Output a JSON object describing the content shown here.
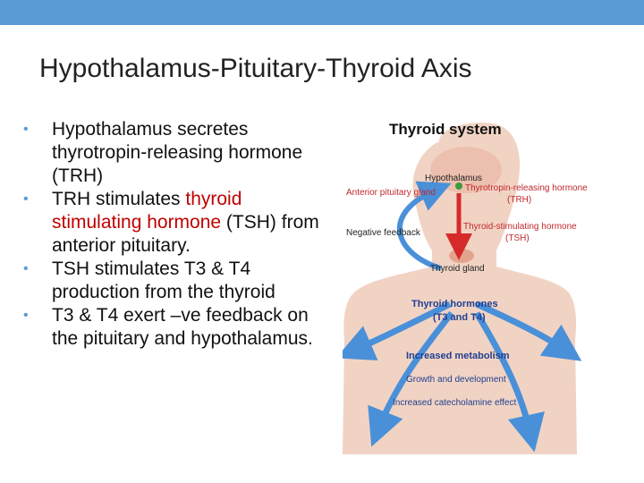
{
  "slide": {
    "title": "Hypothalamus-Pituitary-Thyroid Axis",
    "bullets": [
      {
        "pre": "Hypothalamus secretes thyrotropin-releasing hormone (TRH)",
        "red": "",
        "post": ""
      },
      {
        "pre": "TRH stimulates ",
        "red": "thyroid stimulating hormone",
        "post": " (TSH) from anterior pituitary."
      },
      {
        "pre": "TSH stimulates T3 & T4 production from the thyroid",
        "red": "",
        "post": ""
      },
      {
        "pre": "T3 & T4 exert –ve feedback on the pituitary and hypothalamus.",
        "red": "",
        "post": ""
      }
    ]
  },
  "figure": {
    "title": "Thyroid system",
    "labels": {
      "hypothalamus": "Hypothalamus",
      "anterior_pituitary": "Anterior pituitary gland",
      "trh_line1": "Thyrotropin-releasing hormone",
      "trh_line2": "(TRH)",
      "negative_feedback": "Negative feedback",
      "tsh_line1": "Thyroid-stimulating hormone",
      "tsh_line2": "(TSH)",
      "thyroid_gland": "Thyroid gland",
      "hormones_line1": "Thyroid hormones",
      "hormones_line2": "(T3 and T4)",
      "increased_metabolism": "Increased metabolism",
      "growth": "Growth and development",
      "catecholamine": "Increased catecholamine effect"
    },
    "colors": {
      "skin": "#f1d3c4",
      "arrow_blue": "#4a90d9",
      "arrow_red": "#d62a2a",
      "label_red": "#c0282d",
      "label_blue": "#1f3f8f",
      "gland": "#3c9a3c"
    }
  }
}
